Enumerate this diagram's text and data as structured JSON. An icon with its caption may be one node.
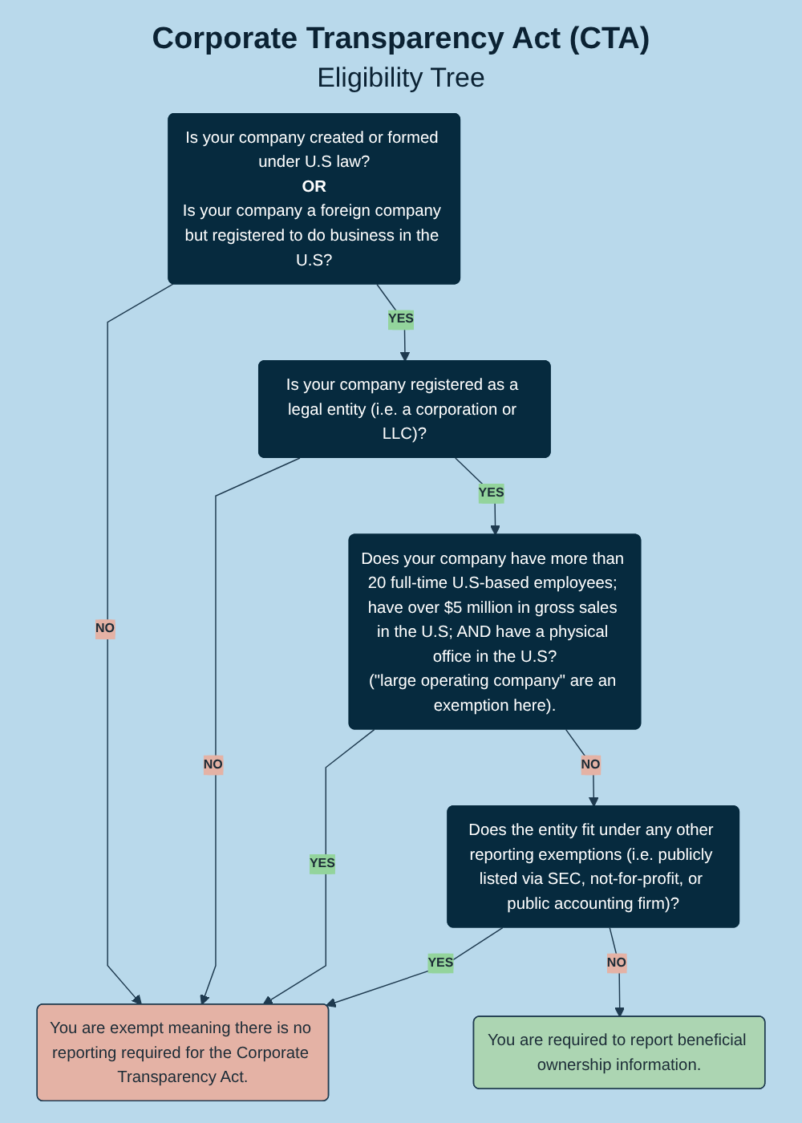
{
  "diagram": {
    "title": "Corporate Transparency Act (CTA)",
    "nodes": [
      {
        "text": [
          "Is your company created or formed under U.S law?",
          "OR",
          "Is your company a foreign company but registered to do business in the U.S?"
        ]
      },
      {
        "text": [
          "You are exempt meaning there is no reporting required for the Corporate Transparency Act."
        ]
      },
      {
        "text": [
          "Is your company registered as a legal entity (i.e. a corporation or LLC)?"
        ]
      },
      {
        "text": [
          "Does your company have more than 20 full-time U.S-based employees; have over $5 million in gross sales in the U.S; AND have a physical office in the U.S?",
          "(\"large operating company\" are an exemption here)."
        ]
      },
      {
        "text": [
          "Does the entity fit under any other reporting exemptions (i.e. publicly listed via SEC, not-for-profit, or public accounting firm)?"
        ]
      },
      {
        "text": [
          "You are required to report beneficial ownership information."
        ]
      }
    ],
    "edges": [
      {
        "from": 0,
        "to": 1,
        "arrow": "to",
        "label": "NO"
      },
      {
        "from": 0,
        "to": 2,
        "arrow": "to",
        "label": "YES"
      },
      {
        "from": 2,
        "to": 1,
        "arrow": "to",
        "label": "NO"
      },
      {
        "from": 2,
        "to": 3,
        "arrow": "to",
        "label": "YES"
      },
      {
        "from": 3,
        "to": 1,
        "arrow": "to",
        "label": "YES"
      },
      {
        "from": 3,
        "to": 4,
        "arrow": "to",
        "label": "NO"
      },
      {
        "from": 4,
        "to": 1,
        "arrow": "to",
        "label": "YES"
      },
      {
        "from": 4,
        "to": 5,
        "arrow": "to",
        "label": "NO"
      }
    ],
    "labels": [
      "Eligibility Tree"
    ]
  }
}
